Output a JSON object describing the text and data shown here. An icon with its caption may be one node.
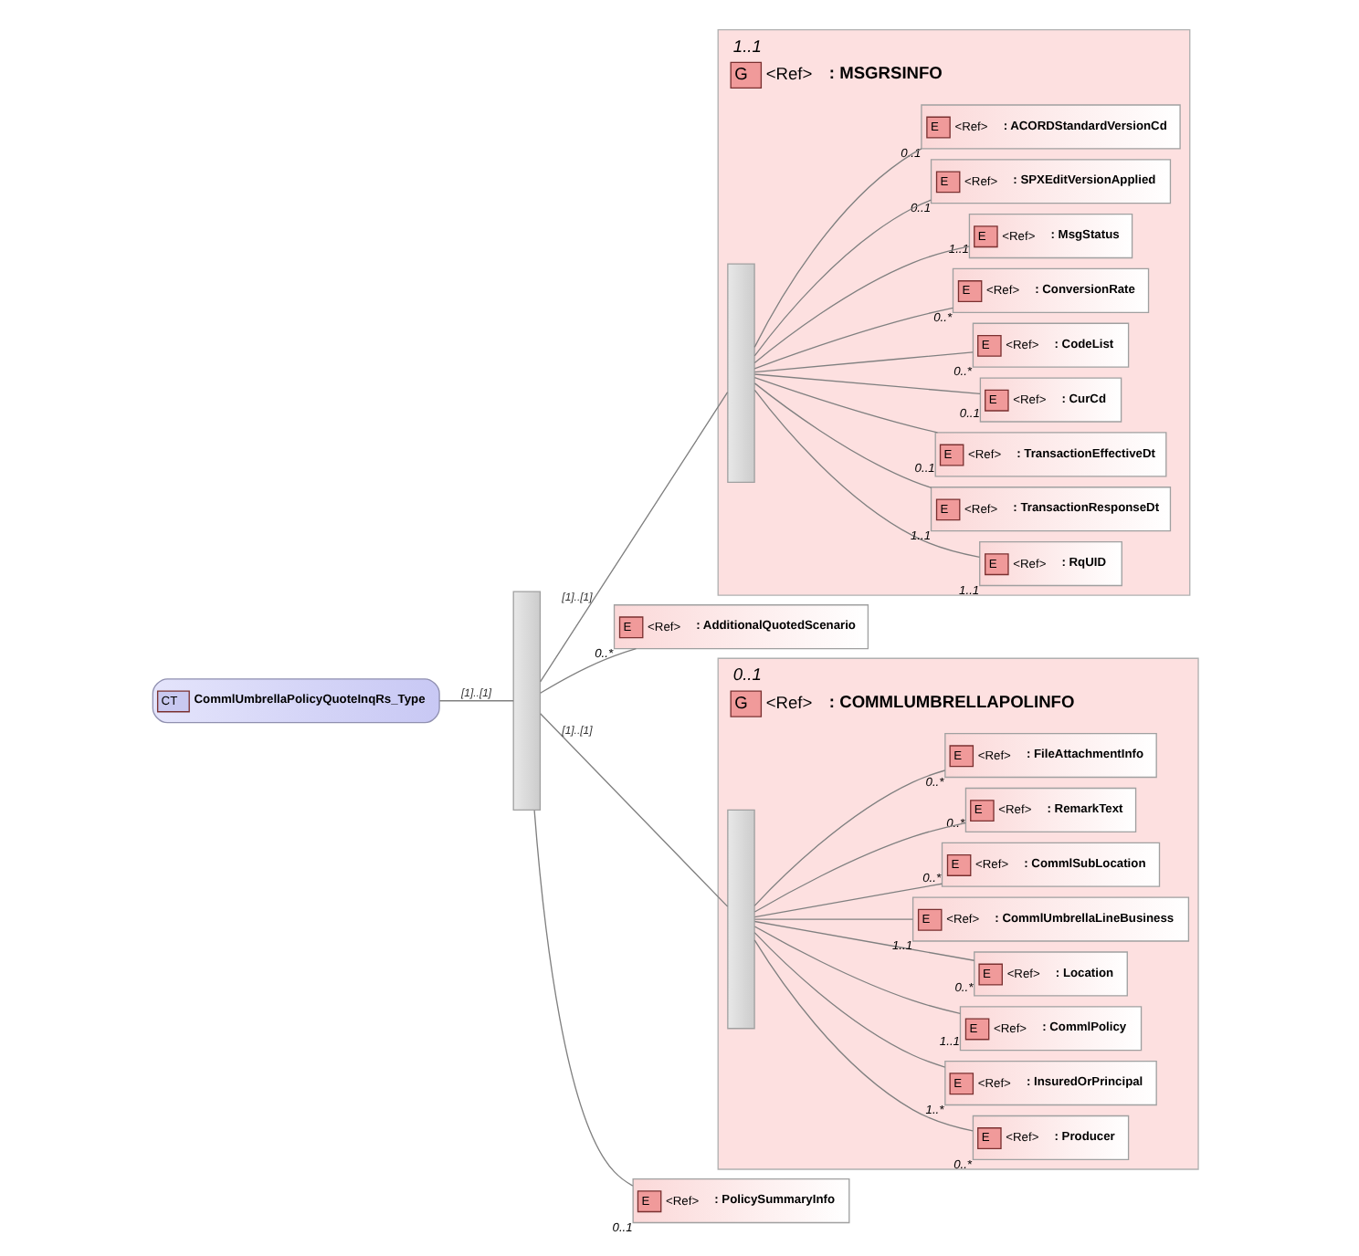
{
  "diagram": {
    "nodes": [
      {
        "text": [
          "CT",
          "CommlUmbrellaPolicyQuoteInqRs_Type"
        ]
      },
      {
        "text": [],
        "shape": "bar"
      },
      {
        "text": [
          "G",
          "<Ref>",
          ": MSGRSINFO"
        ],
        "beside": [
          "1..1"
        ]
      },
      {
        "text": [],
        "shape": "bar",
        "in": 2
      },
      {
        "text": [
          "E",
          "<Ref>",
          ": RqUID"
        ],
        "beside": [
          "1..1"
        ],
        "in": 2
      },
      {
        "text": [
          "E",
          "<Ref>",
          ": TransactionResponseDt"
        ],
        "beside": [
          "1..1"
        ],
        "in": 2
      },
      {
        "text": [
          "E",
          "<Ref>",
          ": TransactionEffectiveDt"
        ],
        "beside": [
          "0..1"
        ],
        "in": 2
      },
      {
        "text": [
          "E",
          "<Ref>",
          ": CurCd"
        ],
        "beside": [
          "0..1"
        ],
        "in": 2
      },
      {
        "text": [
          "E",
          "<Ref>",
          ": CodeList"
        ],
        "beside": [
          "0..*"
        ],
        "in": 2
      },
      {
        "text": [
          "E",
          "<Ref>",
          ": ConversionRate"
        ],
        "beside": [
          "0..*"
        ],
        "in": 2
      },
      {
        "text": [
          "E",
          "<Ref>",
          ": MsgStatus"
        ],
        "beside": [
          "1..1"
        ],
        "in": 2
      },
      {
        "text": [
          "E",
          "<Ref>",
          ": SPXEditVersionApplied"
        ],
        "beside": [
          "0..1"
        ],
        "in": 2
      },
      {
        "text": [
          "E",
          "<Ref>",
          ": ACORDStandardVersionCd"
        ],
        "beside": [
          "0..1"
        ],
        "in": 2
      },
      {
        "text": [
          "E",
          "<Ref>",
          ": AdditionalQuotedScenario"
        ],
        "beside": [
          "0..*"
        ]
      },
      {
        "text": [
          "G",
          "<Ref>",
          ": COMMLUMBRELLAPOLINFO"
        ],
        "beside": [
          "0..1"
        ]
      },
      {
        "text": [],
        "shape": "bar",
        "in": 14
      },
      {
        "text": [
          "E",
          "<Ref>",
          ": Producer"
        ],
        "beside": [
          "0..*"
        ],
        "in": 14
      },
      {
        "text": [
          "E",
          "<Ref>",
          ": InsuredOrPrincipal"
        ],
        "beside": [
          "1..*"
        ],
        "in": 14
      },
      {
        "text": [
          "E",
          "<Ref>",
          ": CommlPolicy"
        ],
        "beside": [
          "1..1"
        ],
        "in": 14
      },
      {
        "text": [
          "E",
          "<Ref>",
          ": Location"
        ],
        "beside": [
          "0..*"
        ],
        "in": 14
      },
      {
        "text": [
          "E",
          "<Ref>",
          ": CommlUmbrellaLineBusiness"
        ],
        "beside": [
          "1..1"
        ],
        "in": 14
      },
      {
        "text": [
          "E",
          "<Ref>",
          ": CommlSubLocation"
        ],
        "beside": [
          "0..*"
        ],
        "in": 14
      },
      {
        "text": [
          "E",
          "<Ref>",
          ": RemarkText"
        ],
        "beside": [
          "0..*"
        ],
        "in": 14
      },
      {
        "text": [
          "E",
          "<Ref>",
          ": FileAttachmentInfo"
        ],
        "beside": [
          "0..*"
        ],
        "in": 14
      },
      {
        "text": [
          "E",
          "<Ref>",
          ": PolicySummaryInfo"
        ],
        "beside": [
          "0..1"
        ]
      }
    ],
    "edges": [
      {
        "from": 0,
        "to": 1,
        "arrow": "none",
        "label": "[1]..[1]"
      },
      {
        "from": 1,
        "to": 3,
        "arrow": "none",
        "label": "[1]..[1]"
      },
      {
        "from": 3,
        "to": 4,
        "arrow": "none"
      },
      {
        "from": 3,
        "to": 5,
        "arrow": "none"
      },
      {
        "from": 3,
        "to": 6,
        "arrow": "none"
      },
      {
        "from": 3,
        "to": 7,
        "arrow": "none"
      },
      {
        "from": 3,
        "to": 8,
        "arrow": "none"
      },
      {
        "from": 3,
        "to": 9,
        "arrow": "none"
      },
      {
        "from": 3,
        "to": 10,
        "arrow": "none"
      },
      {
        "from": 3,
        "to": 11,
        "arrow": "none"
      },
      {
        "from": 3,
        "to": 12,
        "arrow": "none"
      },
      {
        "from": 1,
        "to": 13,
        "arrow": "none"
      },
      {
        "from": 1,
        "to": 15,
        "arrow": "none",
        "label": "[1]..[1]"
      },
      {
        "from": 15,
        "to": 16,
        "arrow": "none"
      },
      {
        "from": 15,
        "to": 17,
        "arrow": "none"
      },
      {
        "from": 15,
        "to": 18,
        "arrow": "none"
      },
      {
        "from": 15,
        "to": 19,
        "arrow": "none"
      },
      {
        "from": 15,
        "to": 20,
        "arrow": "none"
      },
      {
        "from": 15,
        "to": 21,
        "arrow": "none"
      },
      {
        "from": 15,
        "to": 22,
        "arrow": "none"
      },
      {
        "from": 15,
        "to": 23,
        "arrow": "none"
      },
      {
        "from": 1,
        "to": 24,
        "arrow": "none"
      }
    ]
  }
}
